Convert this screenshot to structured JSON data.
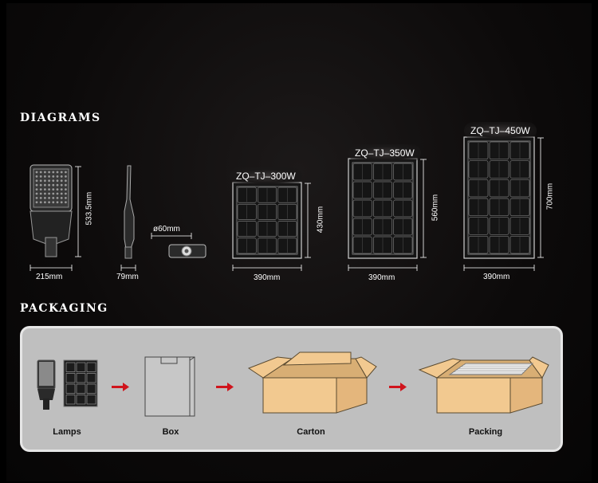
{
  "sections": {
    "diagrams_title": "DIAGRAMS",
    "packaging_title": "PACKAGING"
  },
  "lamp": {
    "height": "533.5mm",
    "width": "215mm",
    "side_depth": "79mm",
    "pole_diameter": "ø60mm"
  },
  "panels": [
    {
      "model": "ZQ–TJ–300W",
      "height": "430mm",
      "width": "390mm"
    },
    {
      "model": "ZQ–TJ–350W",
      "height": "560mm",
      "width": "390mm"
    },
    {
      "model": "ZQ–TJ–450W",
      "height": "700mm",
      "width": "390mm"
    }
  ],
  "packaging_steps": [
    {
      "label": "Lamps",
      "icon": "lamps-icon"
    },
    {
      "label": "Box",
      "icon": "box-icon"
    },
    {
      "label": "Carton",
      "icon": "carton-icon"
    },
    {
      "label": "Packing",
      "icon": "packing-icon"
    }
  ],
  "colors": {
    "background": "#000000",
    "arrow": "#d0141c",
    "carton": "#f2c990",
    "panel_bg": "#bfbfbf"
  }
}
